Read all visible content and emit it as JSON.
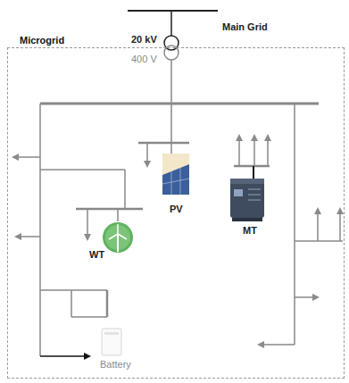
{
  "diagram": {
    "nodes": [
      {
        "text": [
          "Microgrid"
        ]
      }
    ],
    "labels": [
      "Main Grid",
      "20 kV",
      "400 V",
      "PV",
      "MT",
      "WT",
      "Battery"
    ]
  }
}
